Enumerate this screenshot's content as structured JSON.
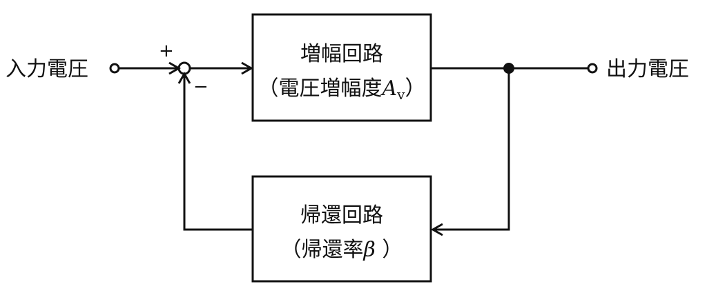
{
  "input_label": "入力電圧",
  "output_label": "出力電圧",
  "plus_sign": "+",
  "minus_sign": "−",
  "amplifier": {
    "title": "増幅回路",
    "sub_prefix": "（電圧増幅度",
    "sub_symbol": "A",
    "sub_subscript": "v",
    "sub_suffix": "）"
  },
  "feedback": {
    "title": "帰還回路",
    "sub_prefix": "（帰還率",
    "sub_symbol": "β",
    "sub_suffix": " ）"
  }
}
